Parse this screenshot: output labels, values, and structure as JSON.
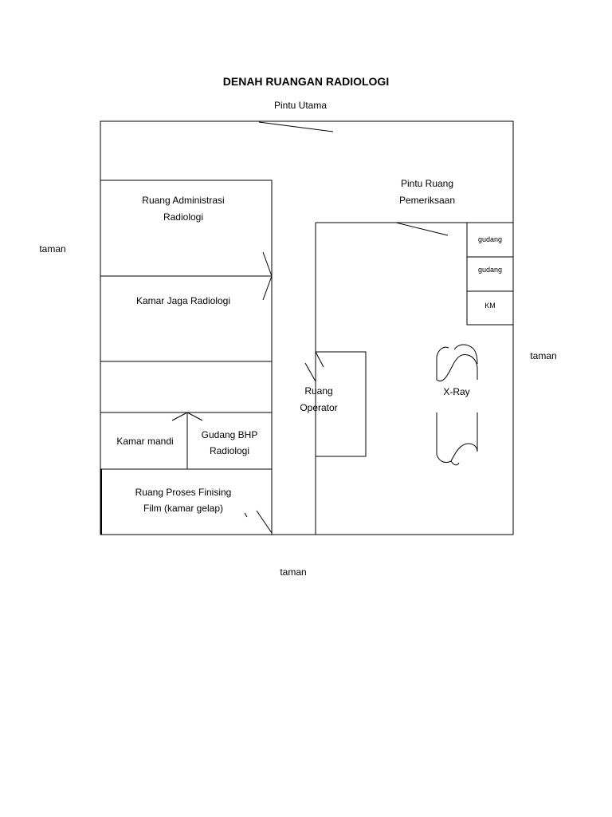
{
  "title": "DENAH RUANGAN RADIOLOGI",
  "labels": {
    "main_door": "Pintu Utama",
    "garden_left": "taman",
    "garden_right": "taman",
    "garden_bottom": "taman",
    "admin_line1": "Ruang Administrasi",
    "admin_line2": "Radiologi",
    "duty_room": "Kamar Jaga Radiologi",
    "bathroom": "Kamar mandi",
    "bhp_line1": "Gudang BHP",
    "bhp_line2": "Radiologi",
    "darkroom_line1": "Ruang Proses Finising",
    "darkroom_line2": "Film (kamar gelap)",
    "exam_door_line1": "Pintu Ruang",
    "exam_door_line2": "Pemeriksaan",
    "storage1": "gudang",
    "storage2": "gudang",
    "toilet": "KM",
    "operator_line1": "Ruang",
    "operator_line2": "Operator",
    "xray": "X-Ray"
  }
}
